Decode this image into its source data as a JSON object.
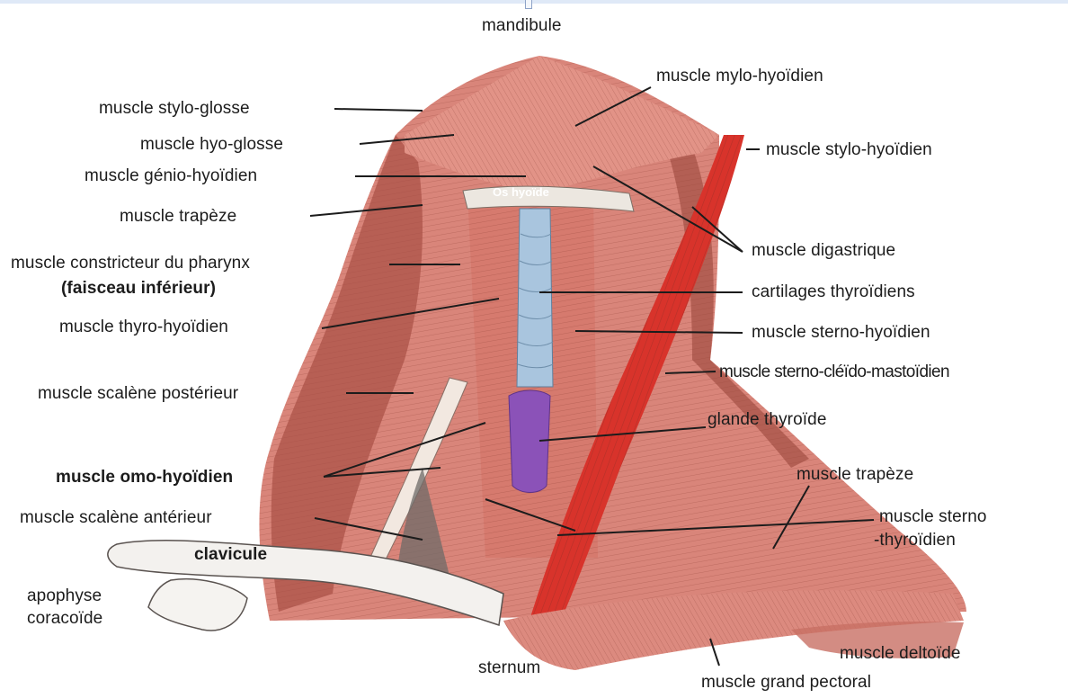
{
  "labels": {
    "mandibule": "mandibule",
    "mylo_hyoidien": "muscle mylo-hyoïdien",
    "stylo_glosse": "muscle stylo-glosse",
    "hyo_glosse": "muscle hyo-glosse",
    "stylo_hyoidien": "muscle stylo-hyoïdien",
    "genio_hyoidien": "muscle génio-hyoïdien",
    "os_hyoide": "Os hyoïde",
    "trapeze_left": "muscle trapèze",
    "digastrique": "muscle digastrique",
    "constricteur_line1": "muscle constricteur du pharynx",
    "constricteur_line2": "(faisceau inférieur)",
    "cartilages": "cartilages thyroïdiens",
    "thyro_hyoidien": "muscle thyro-hyoïdien",
    "sterno_hyoidien": "muscle sterno-hyoïdien",
    "sterno_cleido": "muscle sterno-cléïdo-mastoïdien",
    "scalene_posterieur": "muscle scalène postérieur",
    "glande_thyroide": "glande thyroïde",
    "omo_hyoidien": "muscle omo-hyoïdien",
    "trapeze_right": "muscle trapèze",
    "scalene_anterieur": "muscle scalène antérieur",
    "sterno_thyroidien_line1": "muscle sterno",
    "sterno_thyroidien_line2": "-thyroïdien",
    "clavicule": "clavicule",
    "apophyse_line1": "apophyse",
    "apophyse_line2": "coracoïde",
    "sternum": "sternum",
    "deltoide": "muscle deltoïde",
    "grand_pectoral": "muscle grand pectoral"
  }
}
